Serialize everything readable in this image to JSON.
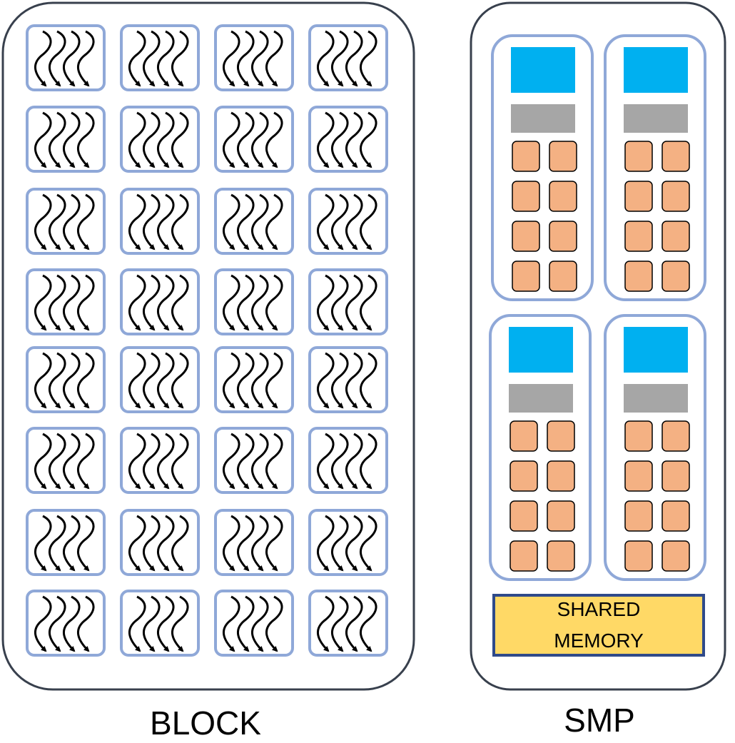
{
  "block": {
    "label": "BLOCK",
    "rows": 8,
    "cols": 4,
    "threads_per_warp": 4
  },
  "smp": {
    "label": "SMP",
    "processor_count": 4,
    "cores_per_processor": 8,
    "shared_memory": {
      "line1": "SHARED",
      "line2": "MEMORY"
    }
  },
  "colors": {
    "outline_dark": "#38404d",
    "warp_border": "#8fa8d8",
    "instruction_unit": "#00b0f0",
    "register_file": "#a6a6a6",
    "core_fill": "#f4b183",
    "core_border": "#000000",
    "shared_memory_fill": "#ffd966",
    "shared_memory_border": "#2f4a8a"
  }
}
